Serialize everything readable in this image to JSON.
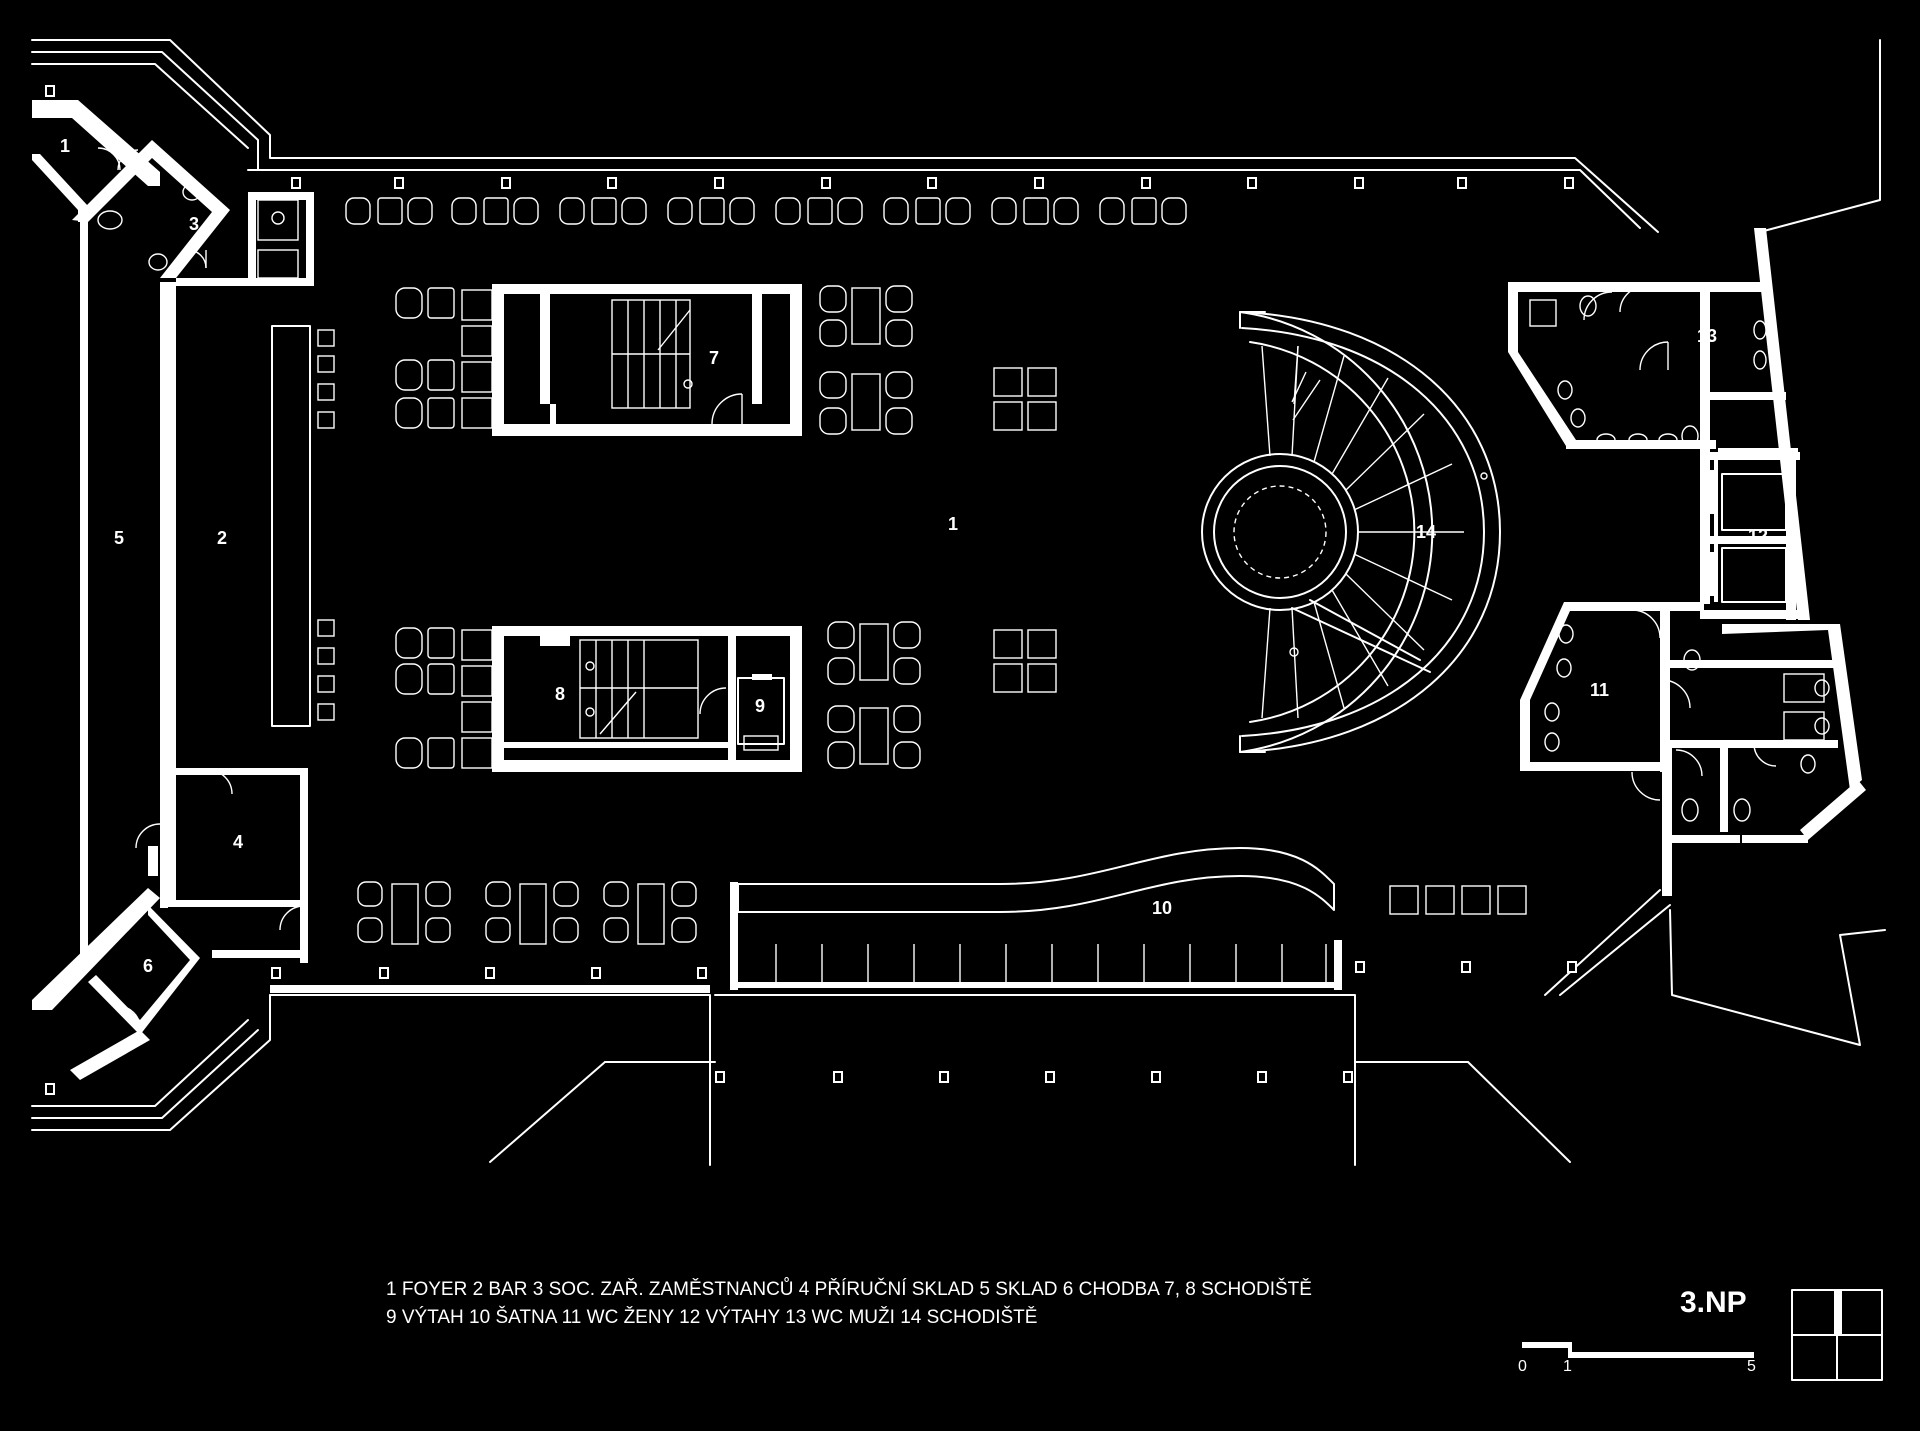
{
  "floor_label": "3.NP",
  "legend": {
    "line1": "1  FOYER   2  BAR   3  SOC. ZAŘ. ZAMĚSTNANCŮ   4  PŘÍRUČNÍ SKLAD   5  SKLAD   6  CHODBA   7, 8  SCHODIŠTĚ",
    "line2": "9  VÝTAH   10  ŠATNA   11  WC ŽENY   12  VÝTAHY   13  WC MUŽI   14  SCHODIŠTĚ"
  },
  "rooms": {
    "r1a": "1",
    "r1": "1",
    "r2": "2",
    "r3": "3",
    "r4": "4",
    "r5": "5",
    "r6": "6",
    "r7": "7",
    "r8": "8",
    "r9": "9",
    "r10": "10",
    "r11": "11",
    "r12": "12",
    "r13": "13",
    "r14": "14"
  },
  "scale": {
    "t0": "0",
    "t1": "1",
    "t5": "5"
  },
  "colors": {
    "background": "#000000",
    "lines": "#ffffff"
  }
}
